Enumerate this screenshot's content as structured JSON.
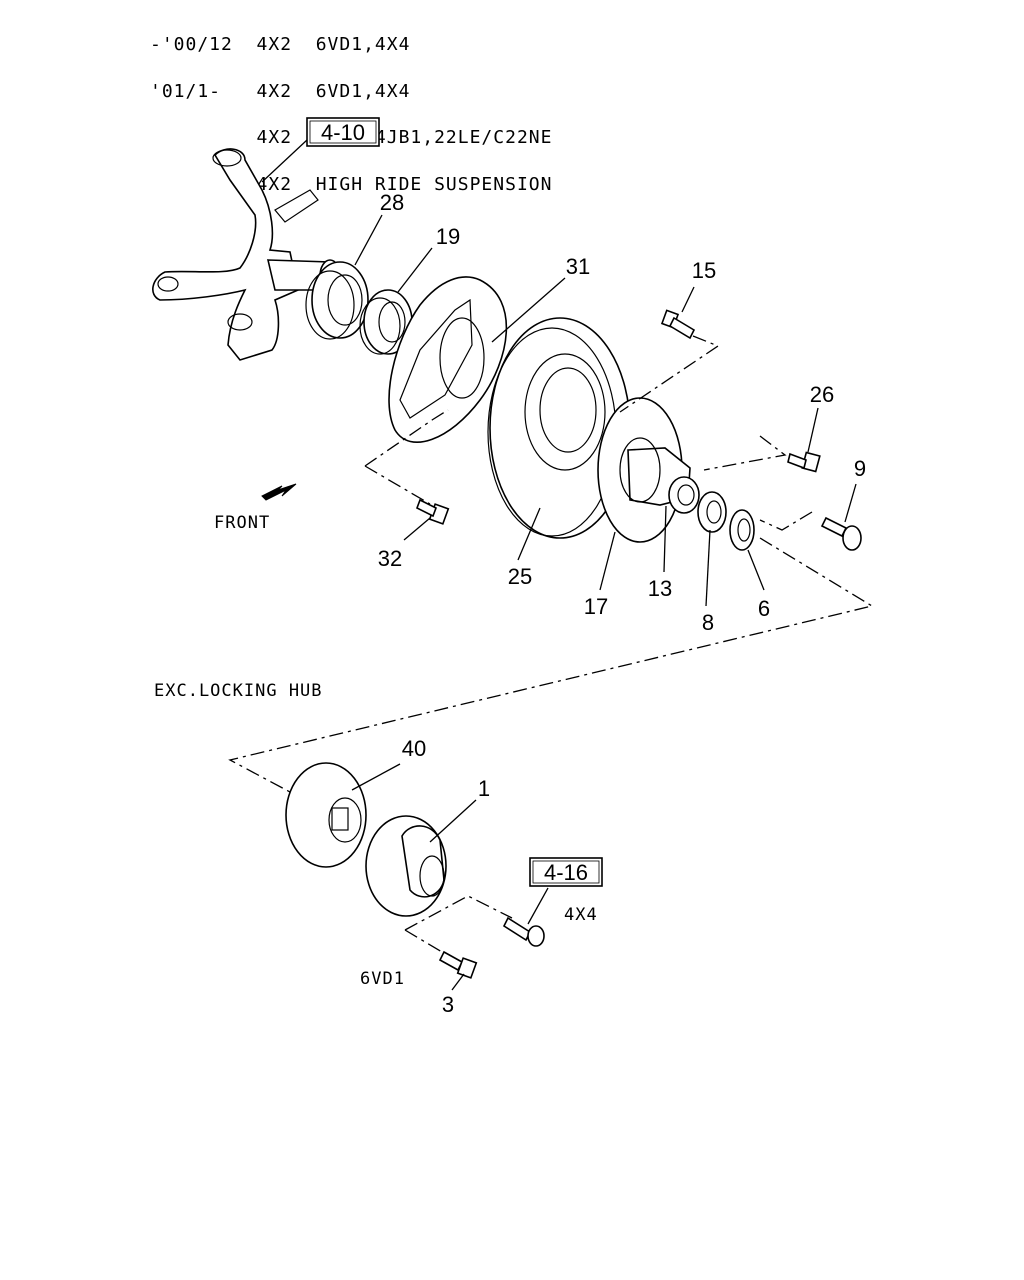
{
  "header": {
    "lines": [
      "-'00/12  4X2  6VD1,4X4",
      "'01/1-   4X2  6VD1,4X4",
      "         4X2  4JA1,4JB1,22LE/C22NE",
      "         4X2  HIGH RIDE SUSPENSION"
    ]
  },
  "diagram": {
    "ref_boxes": {
      "knuckle": "4-10",
      "locking_hub": "4-16"
    },
    "front_label": "FRONT",
    "exc_locking_hub_label": "EXC.LOCKING HUB",
    "variant_4x4": "4X4",
    "variant_6vd1": "6VD1",
    "parts": {
      "p28": "28",
      "p19": "19",
      "p31": "31",
      "p15": "15",
      "p26": "26",
      "p9": "9",
      "p32": "32",
      "p25": "25",
      "p17": "17",
      "p13": "13",
      "p8": "8",
      "p6": "6",
      "p40": "40",
      "p1": "1",
      "p3": "3"
    }
  }
}
